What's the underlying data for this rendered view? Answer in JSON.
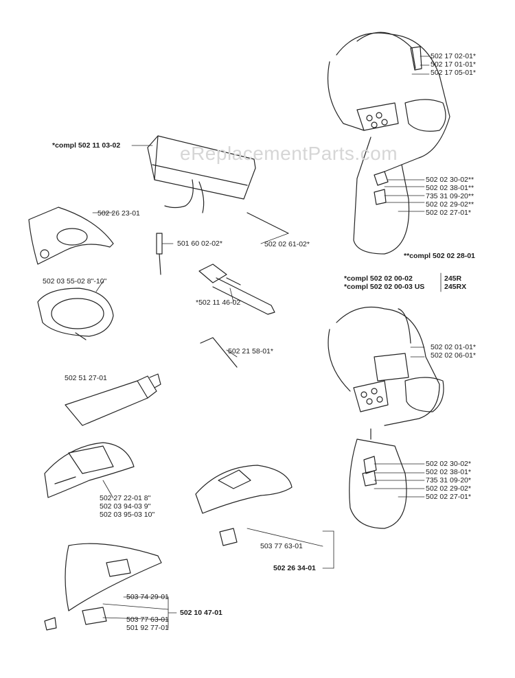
{
  "watermark": "eReplacementParts.com",
  "parts": {
    "p_cover_compl": "*compl 502 11 03-02",
    "p_502_26_23": "502 26 23-01",
    "p_501_60_02": "501 60 02-02*",
    "p_502_02_61": "502 02 61-02*",
    "p_502_03_55": "502 03 55-02 8\"-10\"",
    "p_502_11_46": "*502 11 46-02",
    "p_502_21_58": "502 21 58-01*",
    "p_502_51_27": "502 51 27-01",
    "guard_sizes": [
      "502 27 22-01 8\"",
      "502 03 94-03 9\"",
      "502 03 95-03 10\""
    ],
    "p_503_77_63_a": "503 77 63-01",
    "p_502_26_34": "502 26 34-01",
    "p_503_74_29": "503 74 29-01",
    "p_502_10_47": "502 10 47-01",
    "bottom_pair": [
      "503 77 63-01",
      "501 92 77-01"
    ]
  },
  "harness_top": {
    "upper": [
      "502 17 02-01*",
      "502 17 01-01*",
      "502 17 05-01*"
    ],
    "lower": [
      "502 02 30-02**",
      "502 02 38-01**",
      "735 31 09-20**",
      "502 02 29-02**",
      "502 02 27-01*"
    ],
    "compl_star2": "**compl 502 02 28-01",
    "compl_lines": [
      "*compl 502 02 00-02",
      "*compl 502 02 00-03 US"
    ],
    "models": [
      "245R",
      "245RX"
    ]
  },
  "harness_bottom": {
    "upper": [
      "502 02 01-01*",
      "502 02 06-01*"
    ],
    "lower": [
      "502 02 30-02*",
      "502 02 38-01*",
      "735 31 09-20*",
      "502 02 29-02*",
      "502 02 27-01*"
    ]
  }
}
